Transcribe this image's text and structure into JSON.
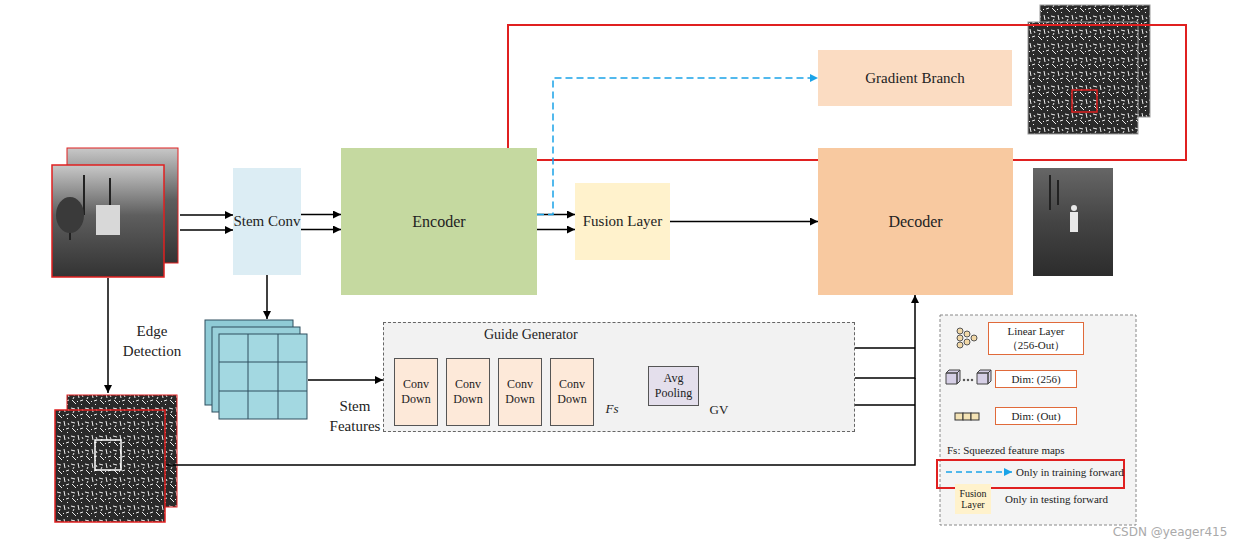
{
  "diagram": {
    "nodes": [
      {
        "text": [
          "Gradient Branch"
        ]
      },
      {
        "text": [
          "Stem Conv"
        ]
      },
      {
        "text": [
          "Encoder"
        ]
      },
      {
        "text": [
          "Fusion Layer"
        ]
      },
      {
        "text": [
          "Decoder"
        ]
      },
      {
        "text": [
          "Guide Generator"
        ]
      },
      {
        "text": [
          "Conv Down"
        ],
        "in": 5
      },
      {
        "text": [
          "Conv Down"
        ],
        "in": 5
      },
      {
        "text": [
          "Conv Down"
        ],
        "in": 5
      },
      {
        "text": [
          "Conv Down"
        ],
        "in": 5
      },
      {
        "text": [
          "Avg Pooling"
        ],
        "in": 5
      }
    ],
    "edges": [
      {
        "from": 1,
        "to": 2,
        "arrow": "to"
      },
      {
        "from": 1,
        "to": 2,
        "arrow": "to"
      },
      {
        "from": 2,
        "to": 3,
        "arrow": "to"
      },
      {
        "from": 2,
        "to": 3,
        "arrow": "to"
      },
      {
        "from": 3,
        "to": 4,
        "arrow": "to"
      },
      {
        "from": 2,
        "to": 0,
        "arrow": "to"
      },
      {
        "from": 5,
        "to": 4,
        "arrow": "to"
      }
    ],
    "labels": [
      "Edge Detection",
      "Stem Features",
      "Fs",
      "GV",
      "Fusion Layer",
      "CSDN @yeager415"
    ],
    "legend": [
      {
        "text": "Linear Layer （256-Out）"
      },
      {
        "text": "Dim: (256)"
      },
      {
        "text": "Dim: (Out)"
      },
      {
        "text": "Fs: Squeezed feature maps"
      },
      {
        "text": "Only in training forward"
      },
      {
        "text": "Only in testing forward",
        "color": "#fff2cc"
      }
    ]
  }
}
